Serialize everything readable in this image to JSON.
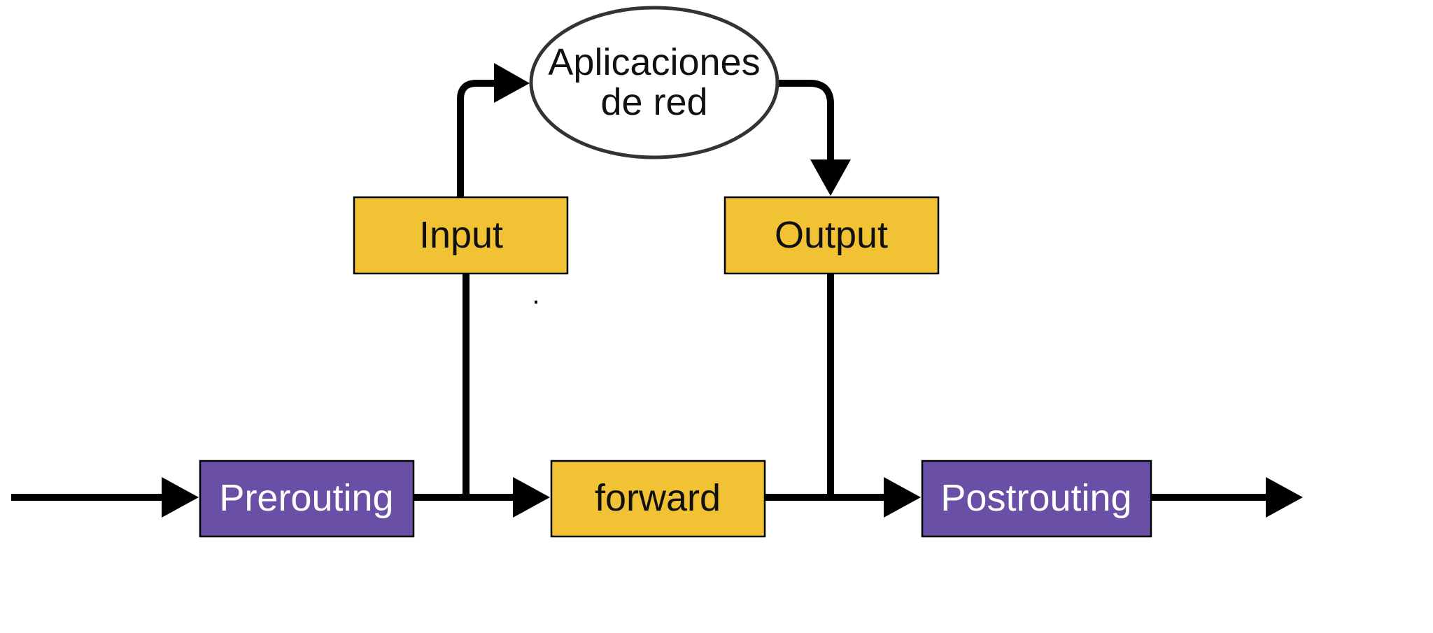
{
  "nodes": {
    "prerouting": {
      "label": "Prerouting",
      "fill": "#6a4fa6",
      "text_color": "#ffffff"
    },
    "forward": {
      "label": "forward",
      "fill": "#f0c234",
      "text_color": "#111111"
    },
    "postrouting": {
      "label": "Postrouting",
      "fill": "#6a4fa6",
      "text_color": "#ffffff"
    },
    "input": {
      "label": "Input",
      "fill": "#f0c234",
      "text_color": "#111111"
    },
    "output": {
      "label": "Output",
      "fill": "#f0c234",
      "text_color": "#111111"
    },
    "apps": {
      "label_line1": "Aplicaciones",
      "label_line2": "de red",
      "fill": "#ffffff",
      "text_color": "#111111"
    }
  },
  "stray_mark": "."
}
